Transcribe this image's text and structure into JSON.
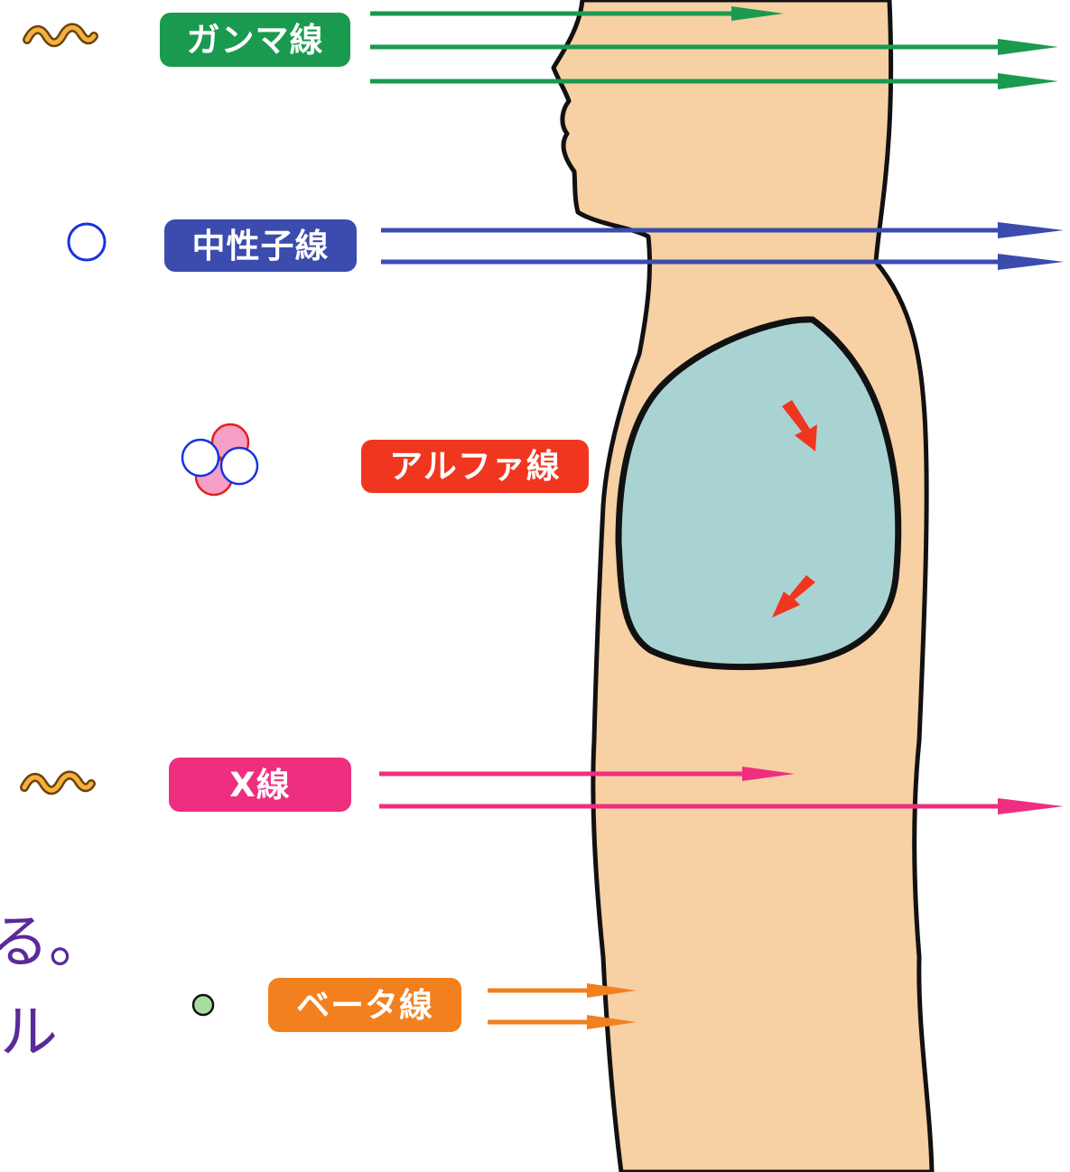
{
  "radiation": [
    {
      "id": "gamma",
      "label": "ガンマ線",
      "color": "#1a9a4e",
      "icon": "wavy-squiggle-icon"
    },
    {
      "id": "neutron",
      "label": "中性子線",
      "color": "#3b4bae",
      "icon": "neutron-circle-icon"
    },
    {
      "id": "alpha",
      "label": "アルファ線",
      "color": "#f0361f",
      "icon": "helium-nucleus-icon"
    },
    {
      "id": "xray",
      "label": "X線",
      "color": "#ee2f80",
      "icon": "wavy-squiggle-icon"
    },
    {
      "id": "beta",
      "label": "ベータ線",
      "color": "#f2801f",
      "icon": "electron-dot-icon"
    }
  ],
  "partial_text": [
    "る。",
    "ル"
  ],
  "colors": {
    "body_fill": "#f7d0a4",
    "lung_fill": "#a9d3d3",
    "outline": "#111111",
    "text_purple": "#5a2a9a",
    "squiggle": "#c8831c"
  }
}
